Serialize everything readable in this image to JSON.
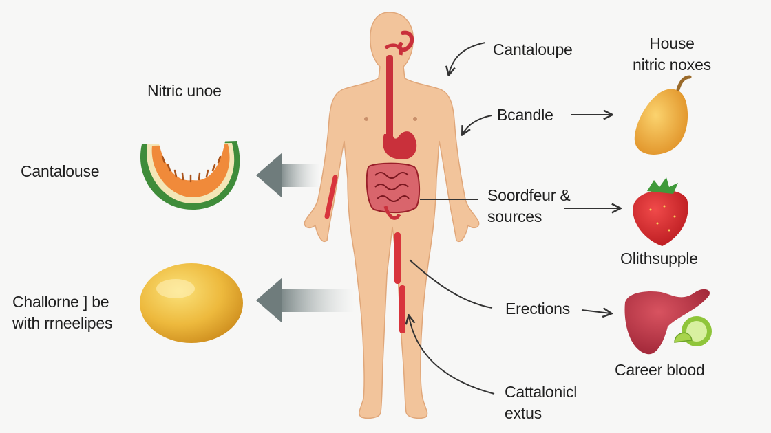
{
  "labels": {
    "nitric_unoe": "Nitric unoe",
    "cantalouse": "Cantalouse",
    "challorne": "Challorne ] be\nwith rrneelipes",
    "cantaloupe": "Cantaloupe",
    "bcandle": "Bcandle",
    "soordfeur": "Soordfeur &\nsources",
    "erections": "Erections",
    "cattalonicl": "Cattalonicl\nextus",
    "house": "House\nnitric noxes",
    "olithsupple": "Olithsupple",
    "career_blood": "Career blood"
  },
  "colors": {
    "skin": "#f2c49b",
    "organ": "#c9303b",
    "melon_flesh": "#f08a3a",
    "melon_rind": "#3f8c3a",
    "arrow_gray": "#8a9696"
  }
}
